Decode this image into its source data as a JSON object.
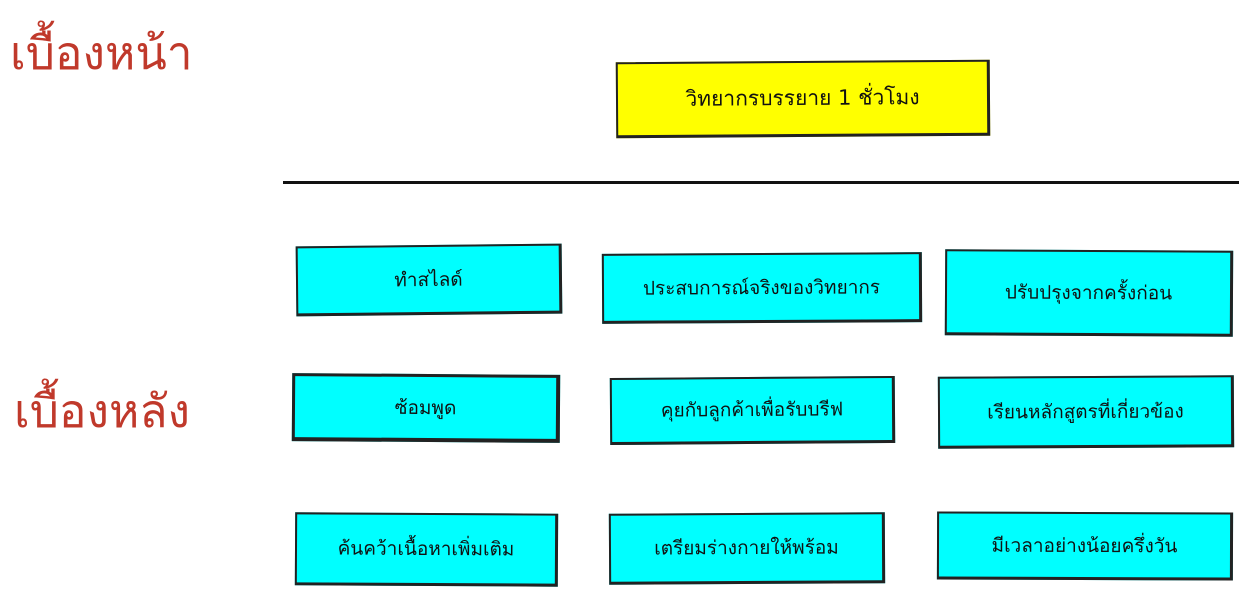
{
  "labels": {
    "front": "เบื้องหน้า",
    "back": "เบื้องหลัง"
  },
  "top_box": {
    "text": "วิทยากรบรรยาย 1 ชั่วโมง"
  },
  "boxes": [
    "ทำสไลด์",
    "ประสบการณ์จริงของวิทยากร",
    "ปรับปรุงจากครั้งก่อน",
    "ซ้อมพูด",
    "คุยกับลูกค้าเพื่อรับบรีฟ",
    "เรียนหลักสูตรที่เกี่ยวข้อง",
    "ค้นคว้าเนื้อหาเพิ่มเติม",
    "เตรียมร่างกายให้พร้อม",
    "มีเวลาอย่างน้อยครึ่งวัน"
  ],
  "colors": {
    "label": "#c0392b",
    "top_box_fill": "#ffff00",
    "box_fill": "#00ffff",
    "stroke": "#222222"
  }
}
